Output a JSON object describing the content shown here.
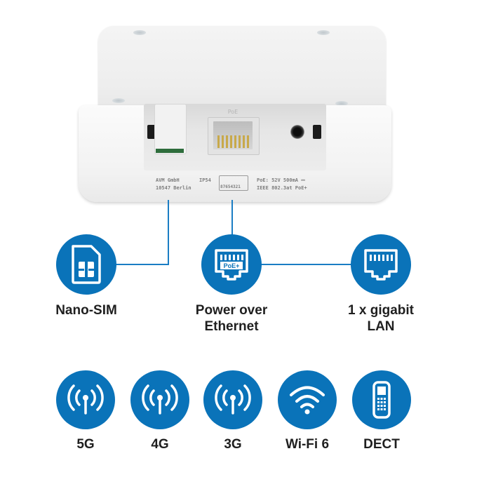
{
  "device": {
    "port_emboss": "PoE",
    "label_company": "AVM GmbH",
    "label_city": "10547 Berlin",
    "label_rating": "IP54",
    "label_pins": "87654321",
    "label_power": "PoE: 52V 500mA ⎓",
    "label_standard": "IEEE 802.3at PoE+"
  },
  "features_top": [
    {
      "label": "Nano-SIM",
      "icon": "sim-card-icon"
    },
    {
      "label_line1": "Power over",
      "label_line2": "Ethernet",
      "icon": "poe-plus-port-icon",
      "badge": "PoE+"
    },
    {
      "label_line1": "1 x gigabit",
      "label_line2": "LAN",
      "icon": "lan-port-icon"
    }
  ],
  "features_bottom": [
    {
      "label": "5G",
      "icon": "antenna-signal-icon"
    },
    {
      "label": "4G",
      "icon": "antenna-signal-icon"
    },
    {
      "label": "3G",
      "icon": "antenna-signal-icon"
    },
    {
      "label": "Wi-Fi 6",
      "icon": "wifi-icon"
    },
    {
      "label": "DECT",
      "icon": "dect-phone-icon"
    }
  ],
  "colors": {
    "accent_blue": "#0a73b9",
    "line_blue": "#1a7dc4",
    "caption_text": "#1f1f1f"
  }
}
